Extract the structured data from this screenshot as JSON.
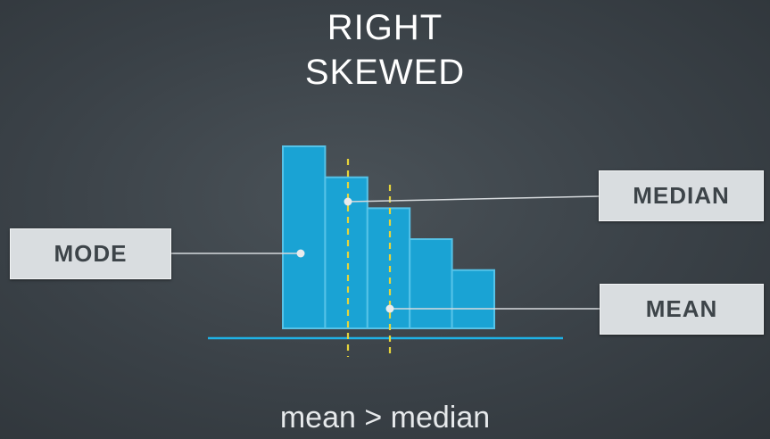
{
  "title_line1": "RIGHT",
  "title_line2": "SKEWED",
  "labels": {
    "mode": "MODE",
    "median": "MEDIAN",
    "mean": "MEAN"
  },
  "caption": "mean > median",
  "colors": {
    "bar_fill": "#1aa3d4",
    "bar_edge": "#56c3e8",
    "axis": "#1fb2e6",
    "marker_line": "#e6d43a",
    "connector": "#d6dadd"
  },
  "chart_data": {
    "type": "bar",
    "values": [
      10,
      8.3,
      6.6,
      4.9,
      3.2
    ]
  }
}
